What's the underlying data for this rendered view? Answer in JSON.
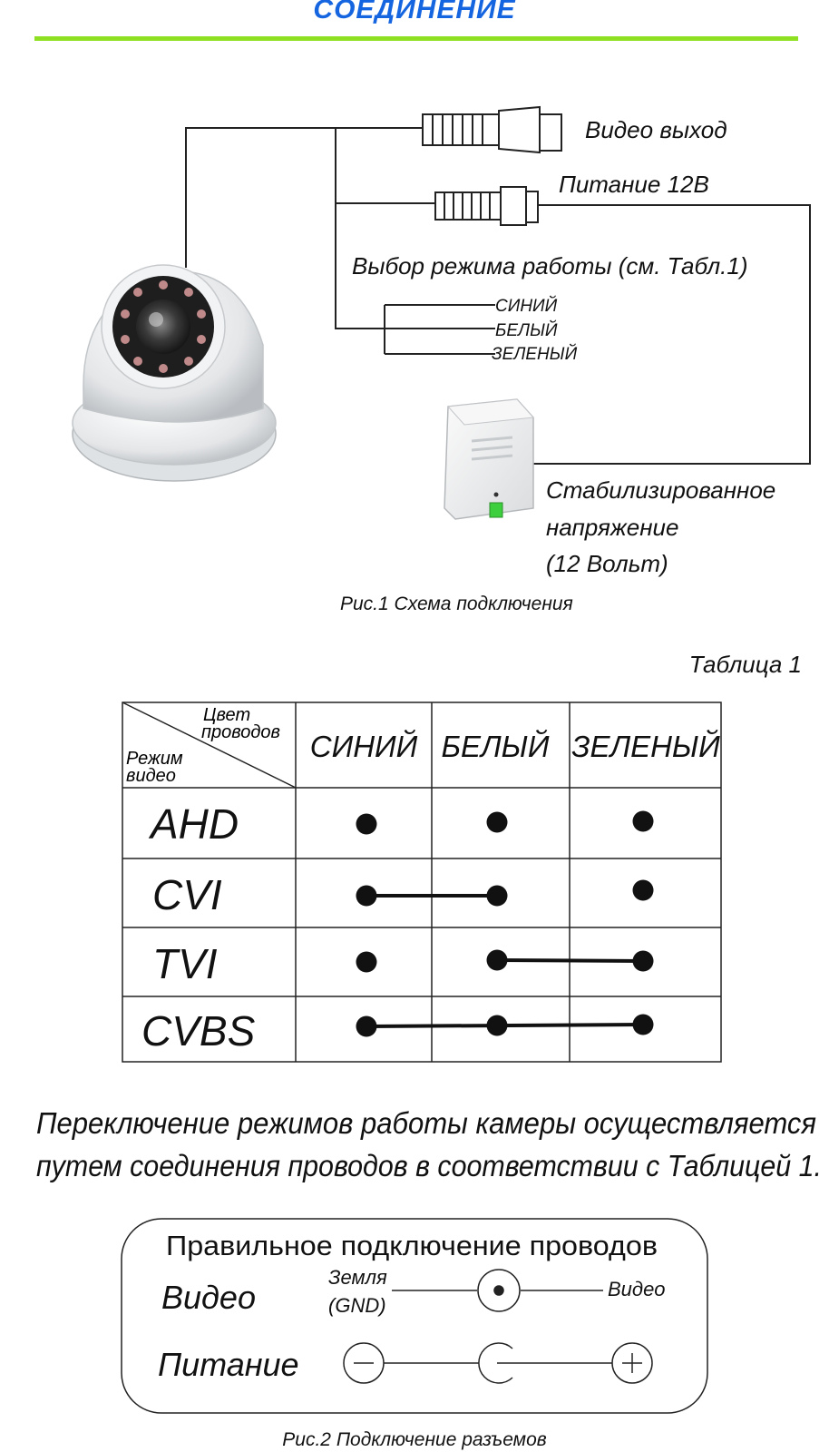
{
  "header": {
    "title": "СОЕДИНЕНИЕ"
  },
  "diagram1": {
    "video_out": "Видео выход",
    "power": "Питание 12В",
    "mode_select": "Выбор режима работы (см. Табл.1)",
    "wires": [
      "СИНИЙ",
      "БЕЛЫЙ",
      "ЗЕЛЕНЫЙ"
    ],
    "psu_line1": "Стабилизированное",
    "psu_line2": "напряжение",
    "psu_line3": "(12 Вольт)",
    "caption": "Рис.1 Схема подключения"
  },
  "table": {
    "label": "Таблица 1",
    "corner_top_1": "Цвет",
    "corner_top_2": "проводов",
    "corner_bottom_1": "Режим",
    "corner_bottom_2": "видео",
    "columns": [
      "СИНИЙ",
      "БЕЛЫЙ",
      "ЗЕЛЕНЫЙ"
    ],
    "rows": [
      {
        "mode": "AHD",
        "connections": "none"
      },
      {
        "mode": "CVI",
        "connections": "СИНИЙ-БЕЛЫЙ"
      },
      {
        "mode": "TVI",
        "connections": "БЕЛЫЙ-ЗЕЛЕНЫЙ"
      },
      {
        "mode": "CVBS",
        "connections": "СИНИЙ-БЕЛЫЙ-ЗЕЛЕНЫЙ"
      }
    ]
  },
  "note": {
    "line1": "Переключение режимов работы камеры осуществляется",
    "line2": "путем соединения проводов в соответствии с Таблицей 1."
  },
  "connectors": {
    "title": "Правильное подключение проводов",
    "video": "Видео",
    "ground_1": "Земля",
    "ground_2": "(GND)",
    "video_small": "Видео",
    "power": "Питание",
    "caption": "Рис.2 Подключение разъемов"
  },
  "colors": {
    "title": "#1565e0",
    "rule": "#8fe022",
    "psu_terminal": "#3ecf3e"
  }
}
